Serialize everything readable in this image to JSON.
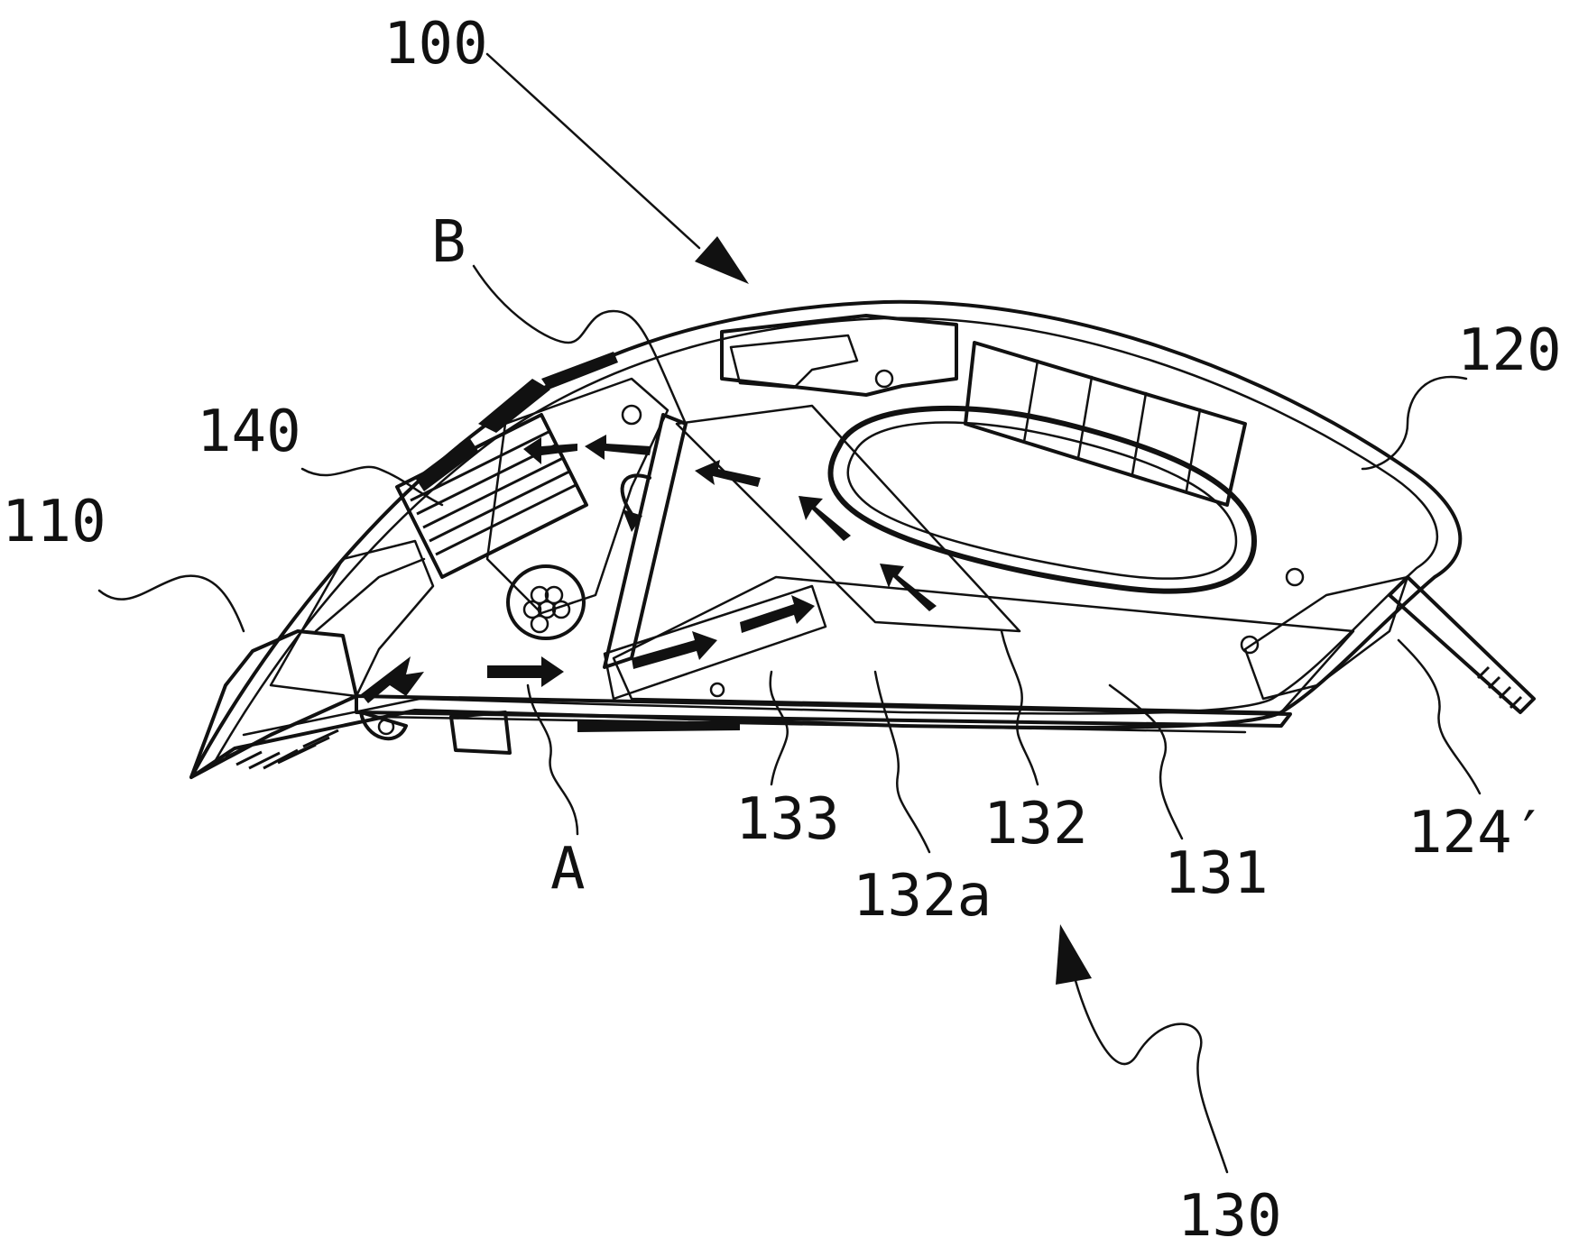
{
  "figure": {
    "reference_labels": [
      {
        "id": "100",
        "text": "100"
      },
      {
        "id": "B",
        "text": "B"
      },
      {
        "id": "120",
        "text": "120"
      },
      {
        "id": "140",
        "text": "140"
      },
      {
        "id": "110",
        "text": "110"
      },
      {
        "id": "133",
        "text": "133"
      },
      {
        "id": "132",
        "text": "132"
      },
      {
        "id": "131",
        "text": "131"
      },
      {
        "id": "124p",
        "text": "124′"
      },
      {
        "id": "A",
        "text": "A"
      },
      {
        "id": "132a",
        "text": "132a"
      },
      {
        "id": "130",
        "text": "130"
      }
    ]
  }
}
